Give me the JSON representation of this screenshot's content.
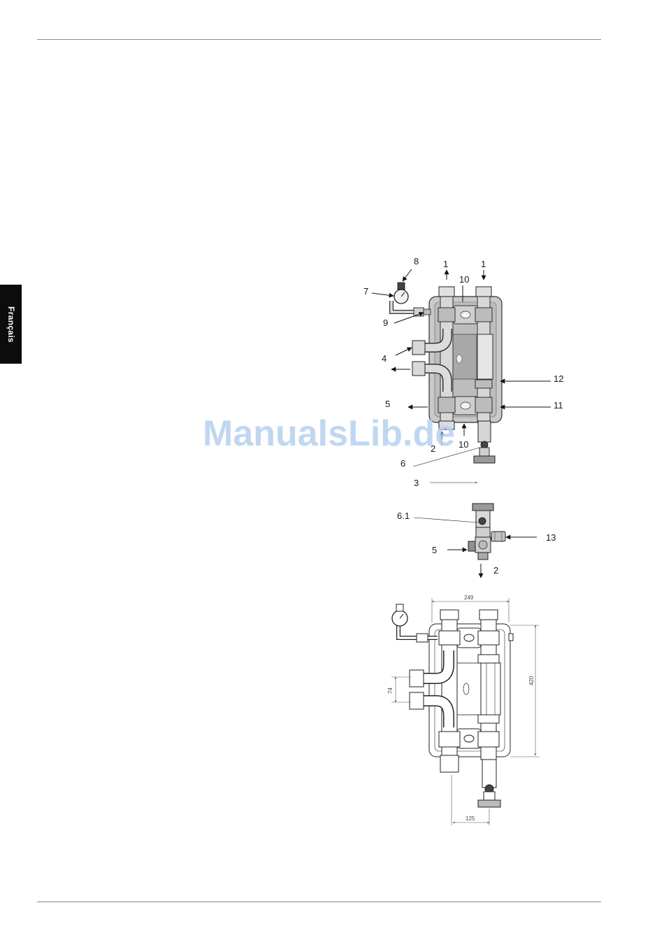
{
  "side_tab": {
    "label": "Français"
  },
  "watermark": "ManualsLib.de",
  "figure_top": {
    "labels": [
      "1",
      "1",
      "8",
      "7",
      "10",
      "9",
      "4",
      "12",
      "5",
      "11",
      "2",
      "10",
      "6",
      "3"
    ]
  },
  "figure_middle": {
    "labels": [
      "6.1",
      "13",
      "5",
      "2"
    ]
  },
  "figure_bottom": {
    "dimensions": {
      "width": "249",
      "height": "420",
      "spacing": "74",
      "offset": "125"
    }
  }
}
